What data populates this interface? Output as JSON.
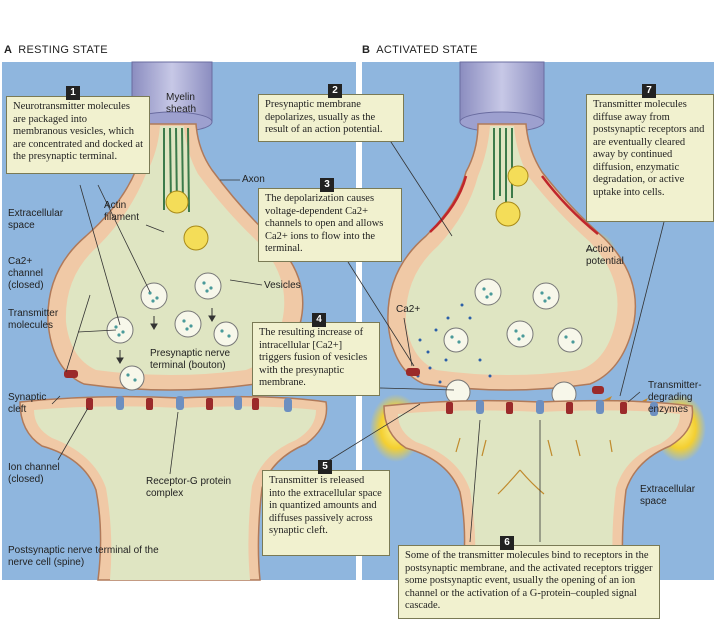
{
  "panels": {
    "resting": {
      "letter": "A",
      "title": "RESTING STATE"
    },
    "activated": {
      "letter": "B",
      "title": "ACTIVATED STATE"
    }
  },
  "callouts": [
    {
      "num": "1",
      "text": "Neurotransmitter molecules are packaged into membranous vesicles, which are concentrated and docked at the presynaptic terminal."
    },
    {
      "num": "2",
      "text": "Presynaptic membrane depolarizes, usually as the result of an action potential."
    },
    {
      "num": "3",
      "text": "The depolarization causes voltage-dependent Ca2+ channels to open and allows Ca2+ ions to flow into the terminal."
    },
    {
      "num": "4",
      "text": "The resulting increase of intracellular [Ca2+] triggers fusion of vesicles with the presynaptic membrane."
    },
    {
      "num": "5",
      "text": "Transmitter is released into the extracellular space in quantized amounts and diffuses passively across synaptic cleft."
    },
    {
      "num": "6",
      "text": "Some of the transmitter molecules bind to receptors in the postsynaptic membrane, and the activated receptors trigger some postsynaptic event, usually the opening of an ion channel or the activation of a G-protein–coupled signal cascade."
    },
    {
      "num": "7",
      "text": "Transmitter molecules diffuse away from postsynaptic receptors and are eventually cleared away by continued diffusion, enzymatic degradation, or active uptake into cells."
    }
  ],
  "labels": {
    "myelin_sheath": "Myelin sheath",
    "axon": "Axon",
    "actin_filament": "Actin filament",
    "extracellular_space_left": "Extracellular space",
    "ca_channel": "Ca2+ channel (closed)",
    "vesicles": "Vesicles",
    "transmitter_molecules": "Transmitter molecules",
    "presynaptic_terminal": "Presynaptic nerve terminal (bouton)",
    "synaptic_cleft": "Synaptic cleft",
    "ion_channel": "Ion channel (closed)",
    "receptor_g_protein": "Receptor-G protein complex",
    "postsynaptic_terminal": "Postsynaptic nerve terminal of the nerve cell (spine)",
    "ca2": "Ca2+",
    "action_potential": "Action potential",
    "transmitter_degrading": "Transmitter-degrading enzymes",
    "extracellular_space_right": "Extracellular space"
  },
  "colors": {
    "background_blue": "#8fb6de",
    "background_blue_dark": "#6e9cce",
    "membrane": "#f0c9a6",
    "membrane_edge": "#b07a5a",
    "cytoplasm": "#dfe5c2",
    "myelin": "#aeb0d6",
    "callout_fill": "#f1f1cf",
    "vesicle_fill": "#f7f7ea",
    "vesicle_yellow": "#f4dd58",
    "channel_red": "#9b2a2a",
    "receptor_blue": "#6d8fc0",
    "flash_yellow": "#ffd21e"
  }
}
